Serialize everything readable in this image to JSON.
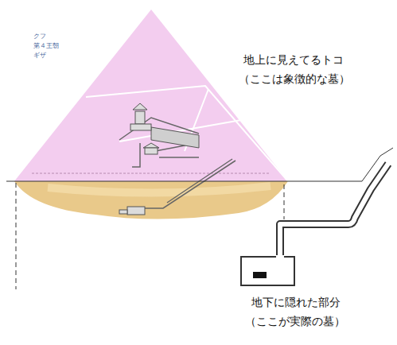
{
  "diagram": {
    "labels": [
      "クフ",
      "第４王朝",
      "ギザ",
      "地上に見えてるトコ",
      "（ここは象徴的な墓）",
      "地下に隠れた部分",
      "（ここが実際の墓）"
    ]
  }
}
